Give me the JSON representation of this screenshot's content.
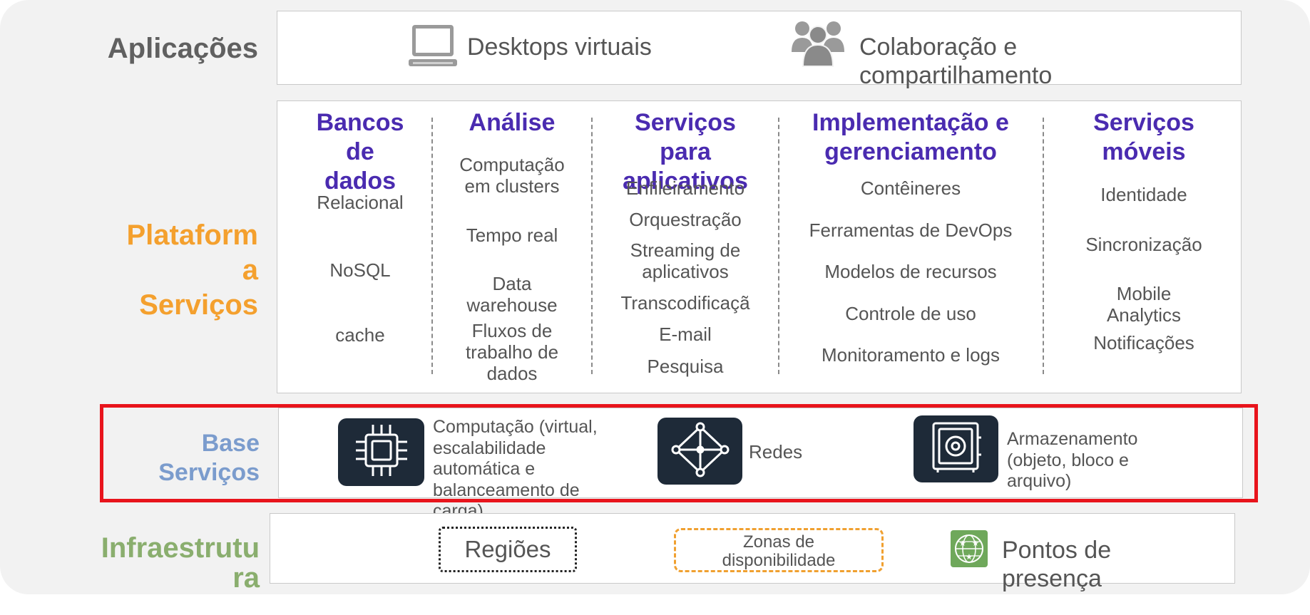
{
  "rows": {
    "applications": "Aplicações",
    "platform": [
      "Plataform",
      "a",
      "Serviços"
    ],
    "base": [
      "Base",
      "Serviços"
    ],
    "infrastructure": [
      "Infraestrutu",
      "ra"
    ]
  },
  "applications": {
    "desktops": "Desktops virtuais",
    "collaboration": [
      "Colaboração e",
      "compartilhamento"
    ]
  },
  "platform_columns": [
    {
      "title": [
        "Bancos",
        "de",
        "dados"
      ],
      "items": [
        "Relacional",
        "NoSQL",
        "cache"
      ]
    },
    {
      "title": [
        "Análise"
      ],
      "items": [
        "Computação\nem clusters",
        "Tempo real",
        "Data\nwarehouse",
        "Fluxos de\ntrabalho de\ndados"
      ]
    },
    {
      "title": [
        "Serviços",
        "para",
        "aplicativos"
      ],
      "items": [
        "Enfileiramento",
        "Orquestração",
        "Streaming de\naplicativos",
        "Transcodificaçã",
        "E-mail",
        "Pesquisa"
      ]
    },
    {
      "title": [
        "Implementação e",
        "gerenciamento"
      ],
      "items": [
        "Contêineres",
        "Ferramentas de DevOps",
        "Modelos de recursos",
        "Controle de uso",
        "Monitoramento e logs"
      ]
    },
    {
      "title": [
        "Serviços",
        "móveis"
      ],
      "items": [
        "Identidade",
        "Sincronização",
        "Mobile\nAnalytics",
        "Notificações"
      ]
    }
  ],
  "base_services": {
    "compute": [
      "Computação (virtual,",
      "escalabilidade",
      "automática e",
      "balanceamento de",
      "carga)"
    ],
    "networking": "Redes",
    "storage": [
      "Armazenamento",
      "(objeto, bloco e",
      "arquivo)"
    ]
  },
  "infrastructure": {
    "regions": "Regiões",
    "zones": [
      "Zonas de",
      "disponibilidade"
    ],
    "edge": [
      "Pontos de",
      "presença"
    ]
  },
  "colors": {
    "applications_label": "#606060",
    "platform_label": "#f4a02e",
    "base_label": "#7b9ccd",
    "infrastructure_label": "#8aae6e",
    "column_title": "#4a2bb0",
    "highlight": "#e8141c",
    "tile": "#1e2a38"
  },
  "icons": {
    "desktop": "laptop-icon",
    "collaboration": "people-group-icon",
    "compute": "chip-icon",
    "networking": "network-node-icon",
    "storage": "vault-icon",
    "edge": "globe-stars-icon"
  }
}
